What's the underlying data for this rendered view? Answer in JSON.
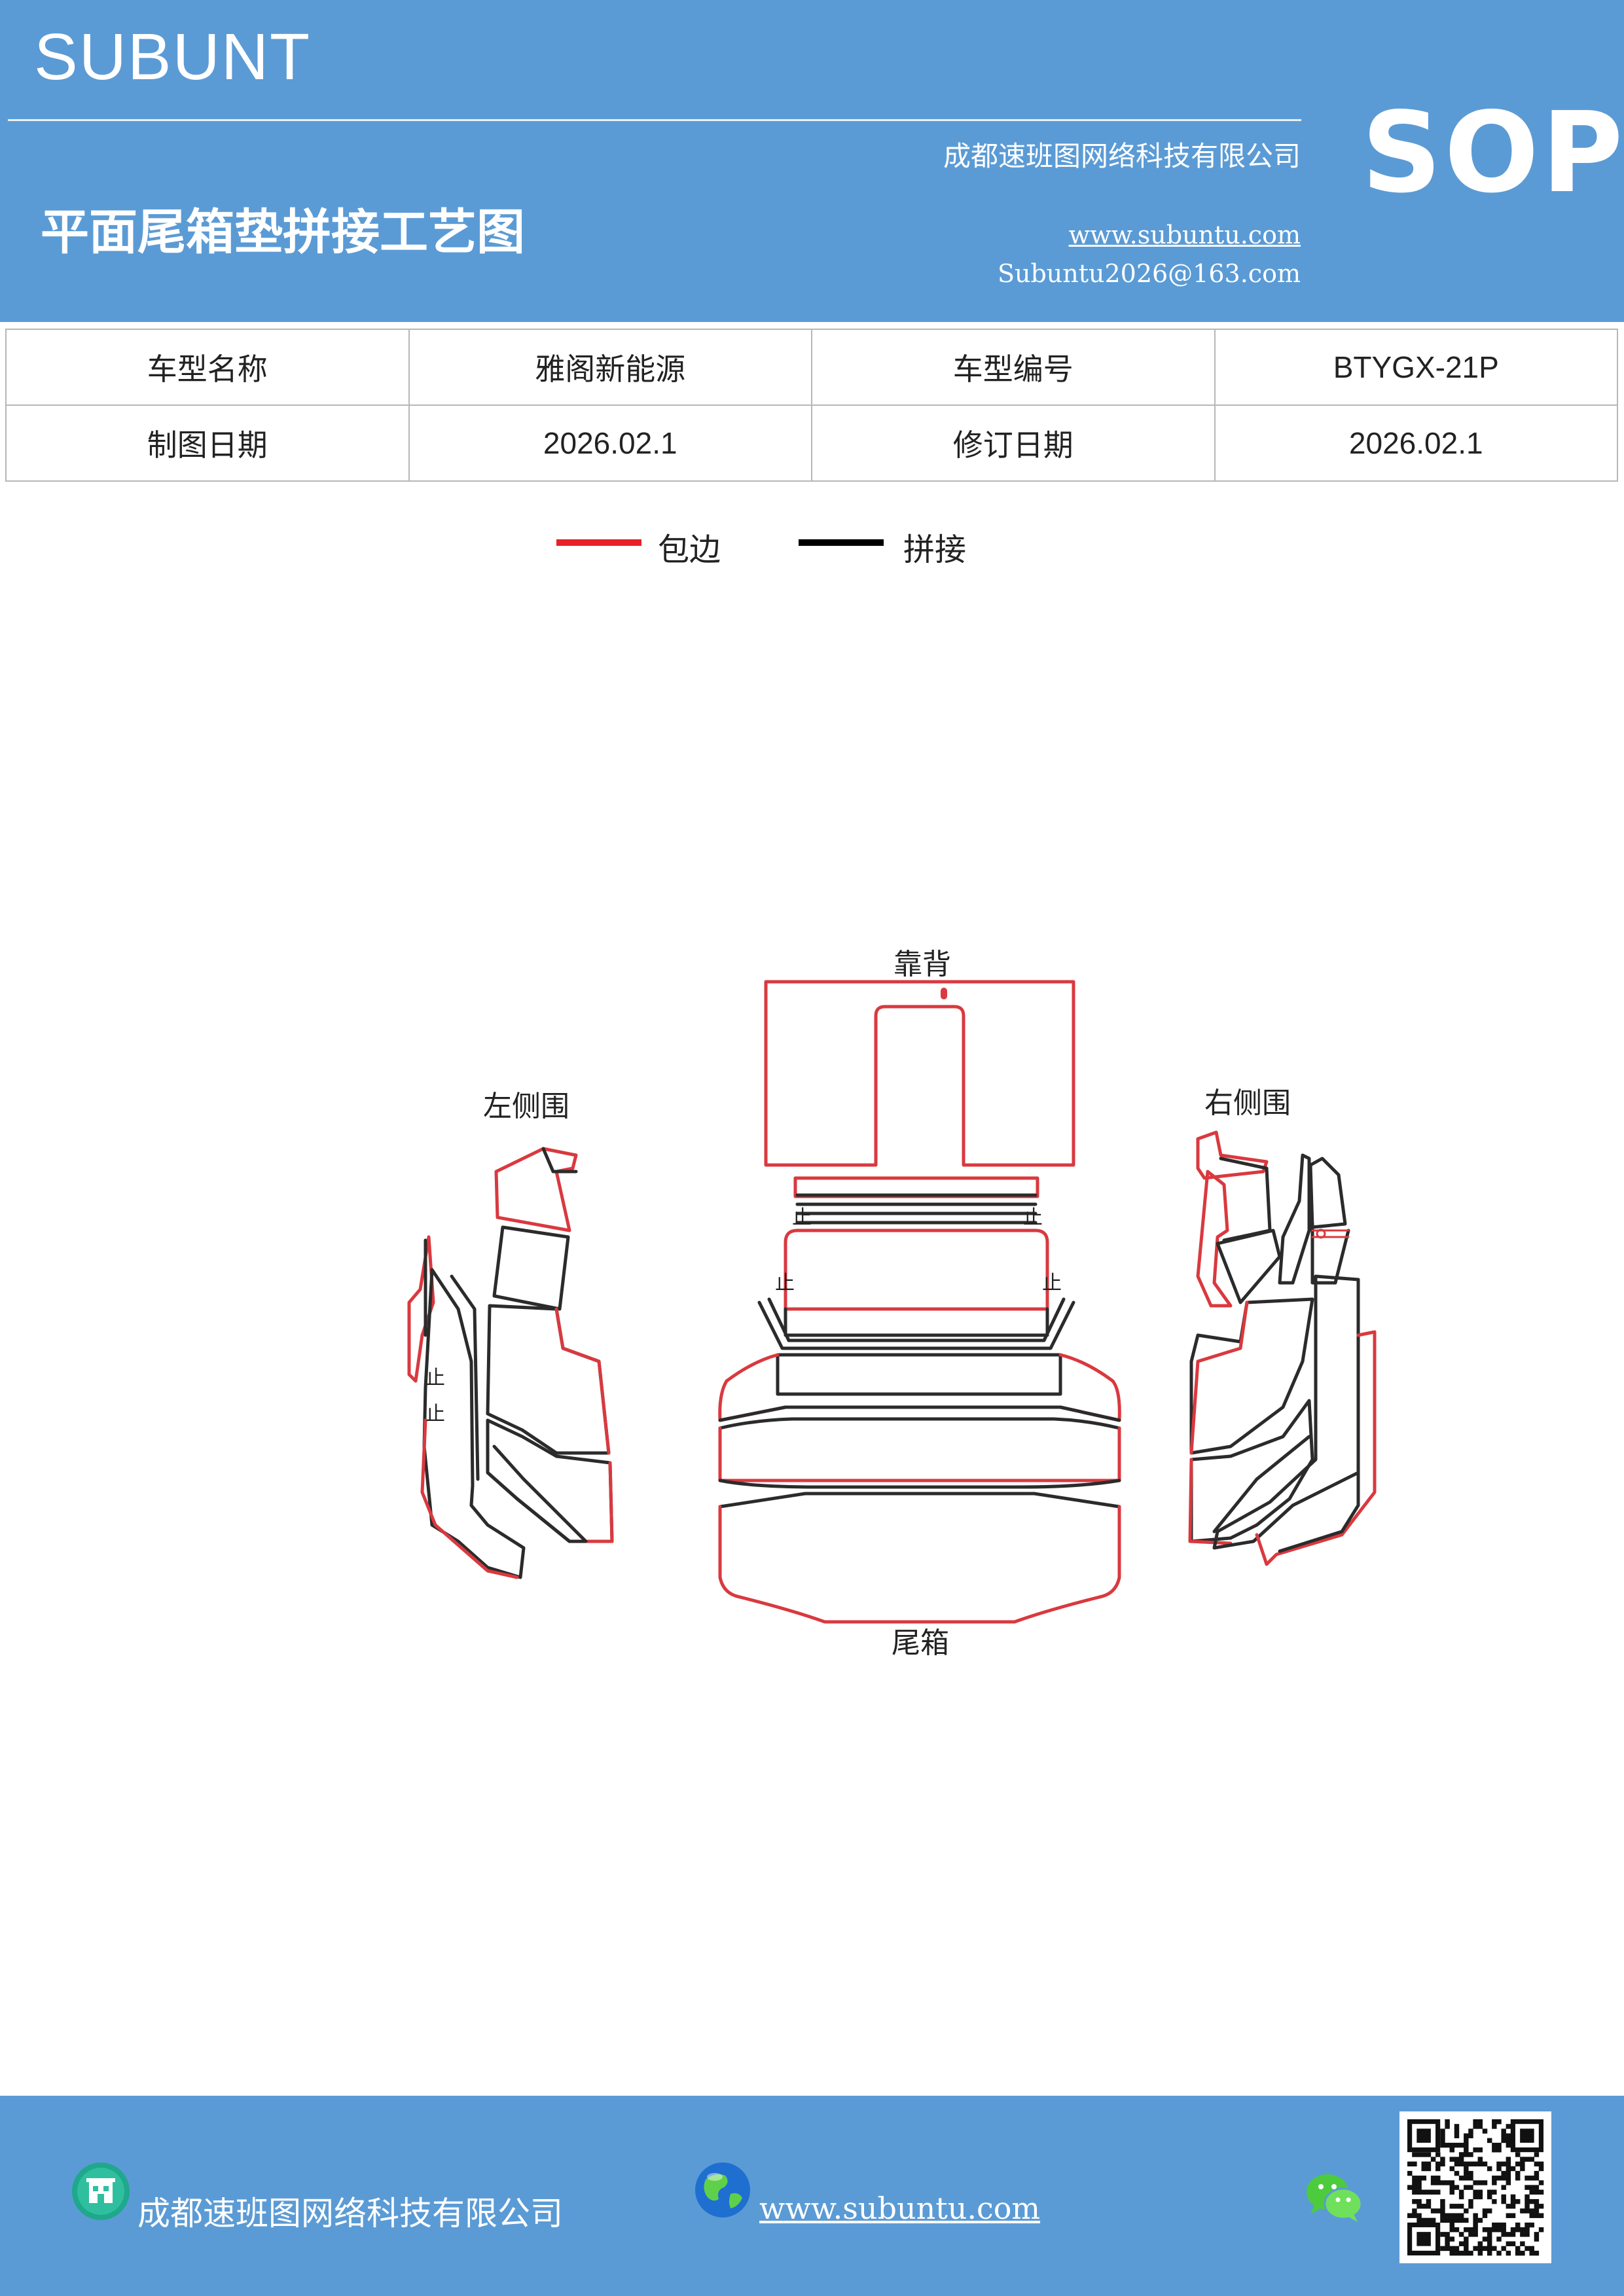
{
  "header": {
    "brand": "SUBUNT",
    "sop": "SOP",
    "title": "平面尾箱垫拼接工艺图",
    "company": "成都速班图网络科技有限公司",
    "website": "www.subuntu.com",
    "email": "Subuntu2026@163.com"
  },
  "info_table": {
    "rows": [
      [
        "车型名称",
        "雅阁新能源",
        "车型编号",
        "BTYGX-21P"
      ],
      [
        "制图日期",
        "2026.02.1",
        "修订日期",
        "2026.02.1"
      ]
    ]
  },
  "legend": {
    "items": [
      {
        "label": "包边",
        "color": "#e8202a"
      },
      {
        "label": "拼接",
        "color": "#000000"
      }
    ]
  },
  "diagram": {
    "labels": {
      "backrest": "靠背",
      "left_side": "左侧围",
      "right_side": "右侧围",
      "trunk": "尾箱",
      "stop_mark": "止"
    },
    "colors": {
      "edge": "#d9393f",
      "seam": "#2b2b2b"
    }
  },
  "footer": {
    "company": "成都速班图网络科技有限公司",
    "website": "www.subuntu.com",
    "icons": [
      "building-icon",
      "globe-icon",
      "wechat-icon",
      "qr-code"
    ]
  }
}
